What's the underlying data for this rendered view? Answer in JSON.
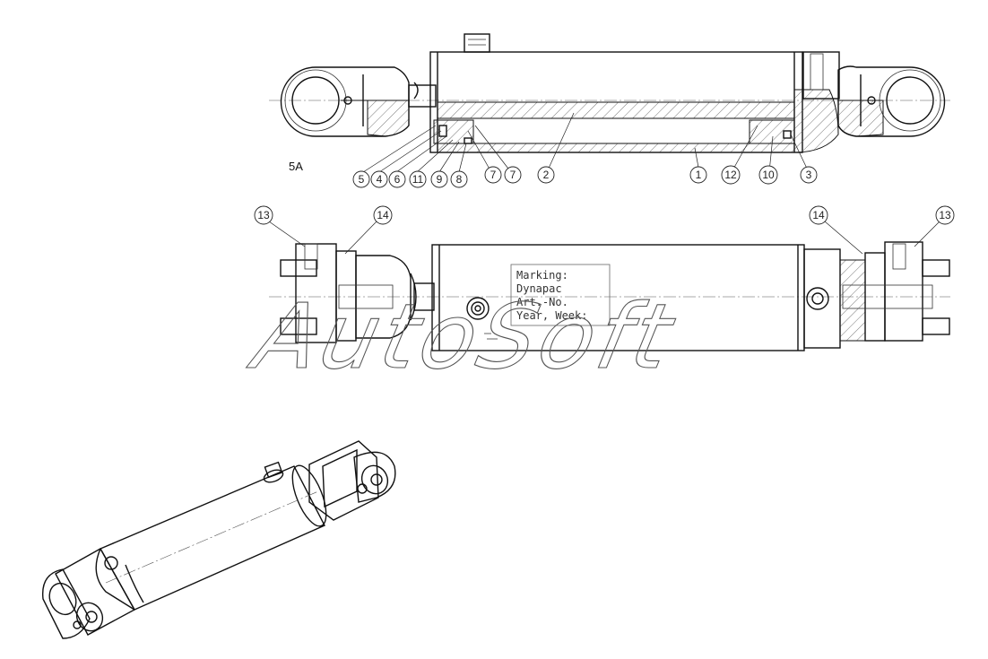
{
  "section_view": {
    "label": "5A",
    "balloons": [
      "5",
      "4",
      "6",
      "11",
      "9",
      "8",
      "7",
      "7",
      "2",
      "1",
      "12",
      "10",
      "3"
    ]
  },
  "side_view": {
    "balloons": [
      "13",
      "14",
      "14",
      "13"
    ],
    "marking_lines": [
      "Marking:",
      "Dynapac",
      "Art.-No.",
      "Year, Week:"
    ]
  },
  "watermark": "AutoSoft",
  "colors": {
    "line": "#111111",
    "background": "#ffffff",
    "hatch": "#555555"
  }
}
